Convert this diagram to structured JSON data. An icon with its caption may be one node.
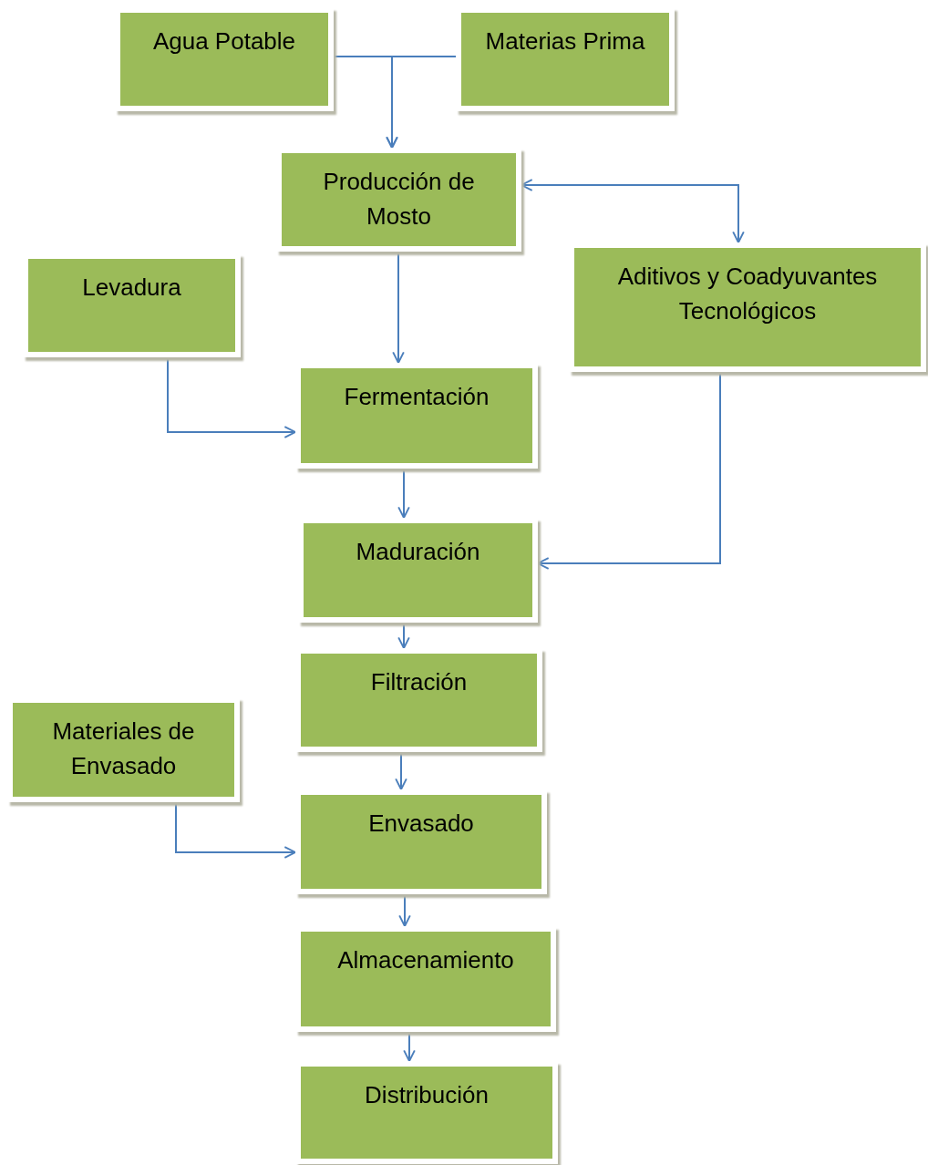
{
  "diagram": {
    "nodes": [
      {
        "text": [
          "Agua Potable"
        ]
      },
      {
        "text": [
          "Materias Prima"
        ]
      },
      {
        "text": [
          "Producción de Mosto"
        ]
      },
      {
        "text": [
          "Levadura"
        ]
      },
      {
        "text": [
          "Aditivos y Coadyuvantes Tecnológicos"
        ]
      },
      {
        "text": [
          "Fermentación"
        ]
      },
      {
        "text": [
          "Maduración"
        ]
      },
      {
        "text": [
          "Filtración"
        ]
      },
      {
        "text": [
          "Materiales de Envasado"
        ]
      },
      {
        "text": [
          "Envasado"
        ]
      },
      {
        "text": [
          "Almacenamiento"
        ]
      },
      {
        "text": [
          "Distribución"
        ]
      }
    ],
    "edges": [
      {
        "from": 0,
        "to": 2,
        "arrow": "to"
      },
      {
        "from": 1,
        "to": 2,
        "arrow": "to"
      },
      {
        "from": 2,
        "to": 4,
        "arrow": "both"
      },
      {
        "from": 2,
        "to": 5,
        "arrow": "to"
      },
      {
        "from": 3,
        "to": 5,
        "arrow": "to"
      },
      {
        "from": 4,
        "to": 6,
        "arrow": "to"
      },
      {
        "from": 5,
        "to": 6,
        "arrow": "to"
      },
      {
        "from": 6,
        "to": 7,
        "arrow": "to"
      },
      {
        "from": 7,
        "to": 9,
        "arrow": "to"
      },
      {
        "from": 8,
        "to": 9,
        "arrow": "to"
      },
      {
        "from": 9,
        "to": 10,
        "arrow": "to"
      },
      {
        "from": 10,
        "to": 11,
        "arrow": "to"
      }
    ]
  }
}
